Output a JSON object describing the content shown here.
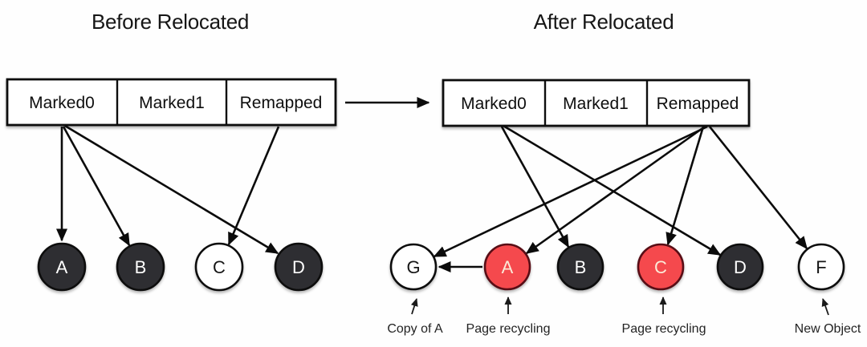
{
  "before": {
    "title": "Before Relocated",
    "view_cells": [
      "Marked0",
      "Marked1",
      "Remapped"
    ],
    "nodes": [
      {
        "label": "A",
        "color": "dark"
      },
      {
        "label": "B",
        "color": "dark"
      },
      {
        "label": "C",
        "color": "white"
      },
      {
        "label": "D",
        "color": "dark"
      }
    ]
  },
  "after": {
    "title": "After Relocated",
    "view_cells": [
      "Marked0",
      "Marked1",
      "Remapped"
    ],
    "nodes": [
      {
        "label": "G",
        "color": "white"
      },
      {
        "label": "A",
        "color": "red"
      },
      {
        "label": "B",
        "color": "dark"
      },
      {
        "label": "C",
        "color": "red"
      },
      {
        "label": "D",
        "color": "dark"
      },
      {
        "label": "F",
        "color": "white"
      }
    ],
    "annotations": [
      "Copy of A",
      "Page recycling",
      "Page recycling",
      "New Object"
    ]
  },
  "colors": {
    "dark": "#2e2e30",
    "white": "#ffffff",
    "red": "#f54a4d",
    "letter_on_dark": "#ffffff",
    "letter_on_white": "#161616",
    "letter_on_red": "#fbead8",
    "line": "#0b0b0b"
  }
}
